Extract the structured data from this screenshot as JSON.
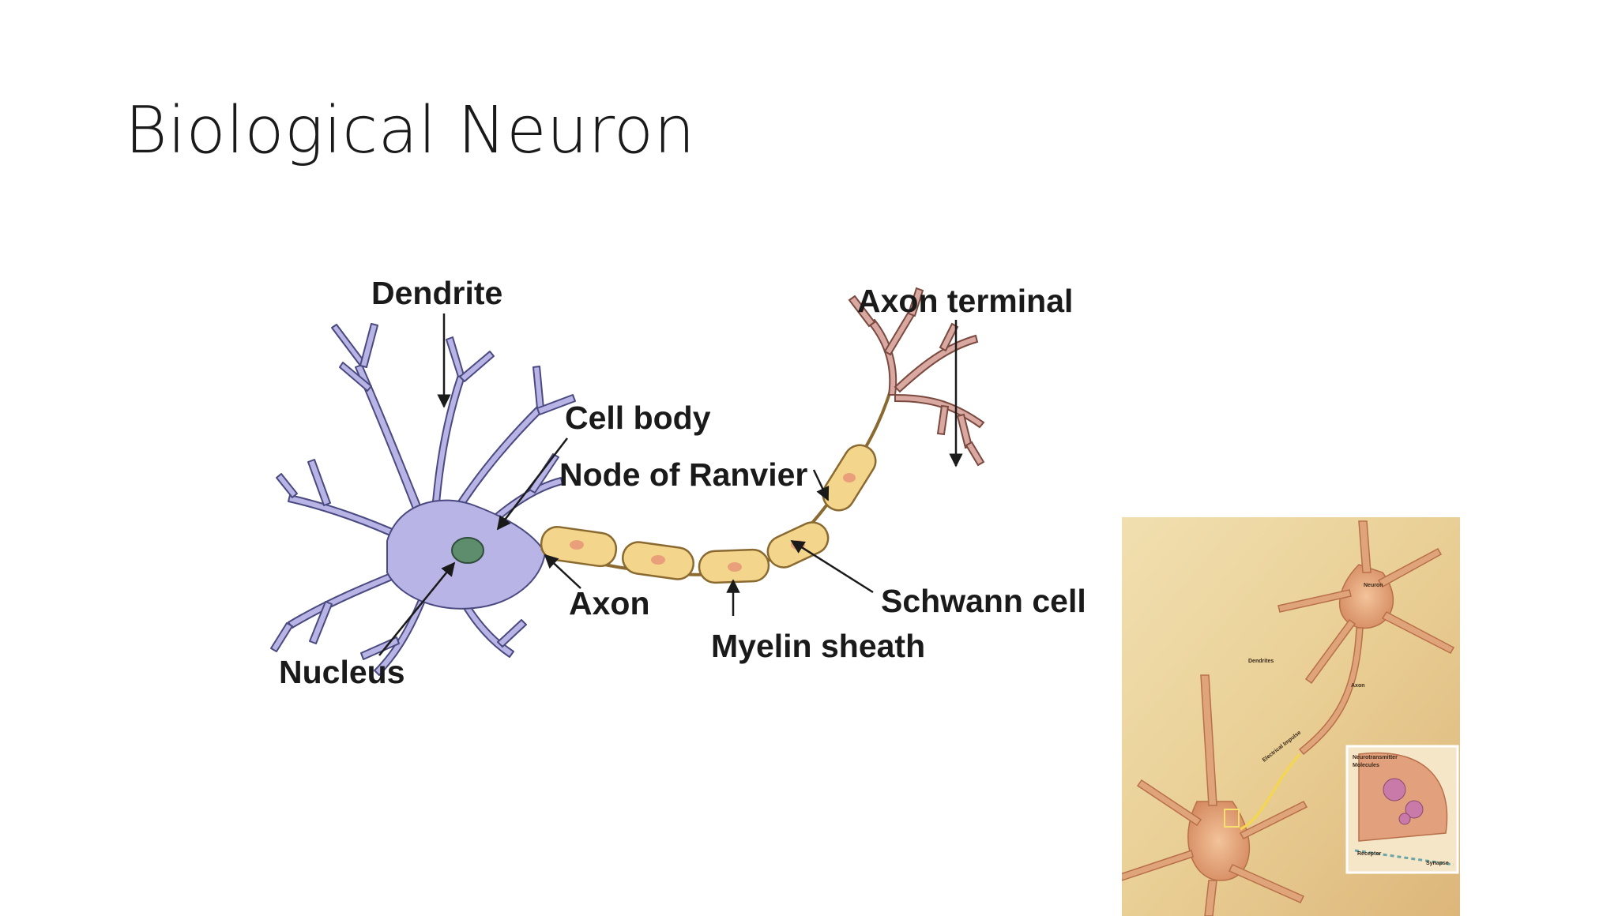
{
  "slide": {
    "title": "Biological Neuron"
  },
  "diagram": {
    "labels": {
      "dendrite": "Dendrite",
      "axon_terminal": "Axon terminal",
      "cell_body": "Cell body",
      "node_of_ranvier": "Node of Ranvier",
      "schwann_cell": "Schwann cell",
      "axon": "Axon",
      "myelin_sheath": "Myelin sheath",
      "nucleus": "Nucleus"
    },
    "colors": {
      "cell_body": "#b8b4e6",
      "cell_outline": "#4a4a80",
      "nucleus": "#5e8d6e",
      "myelin": "#f3d58c",
      "myelin_outline": "#8a6a30",
      "schwann_nucleus": "#e9a07a",
      "terminal": "#d9a8a0"
    }
  },
  "illustration": {
    "labels": {
      "neuron": "Neuron",
      "dendrites": "Dendrites",
      "axon": "Axon",
      "electrical_impulse": "Electrical Impulse",
      "neurotransmitter": "Neurotransmitter",
      "molecules": "Molecules",
      "receptor": "Receptor",
      "synapse": "Synapse"
    }
  }
}
